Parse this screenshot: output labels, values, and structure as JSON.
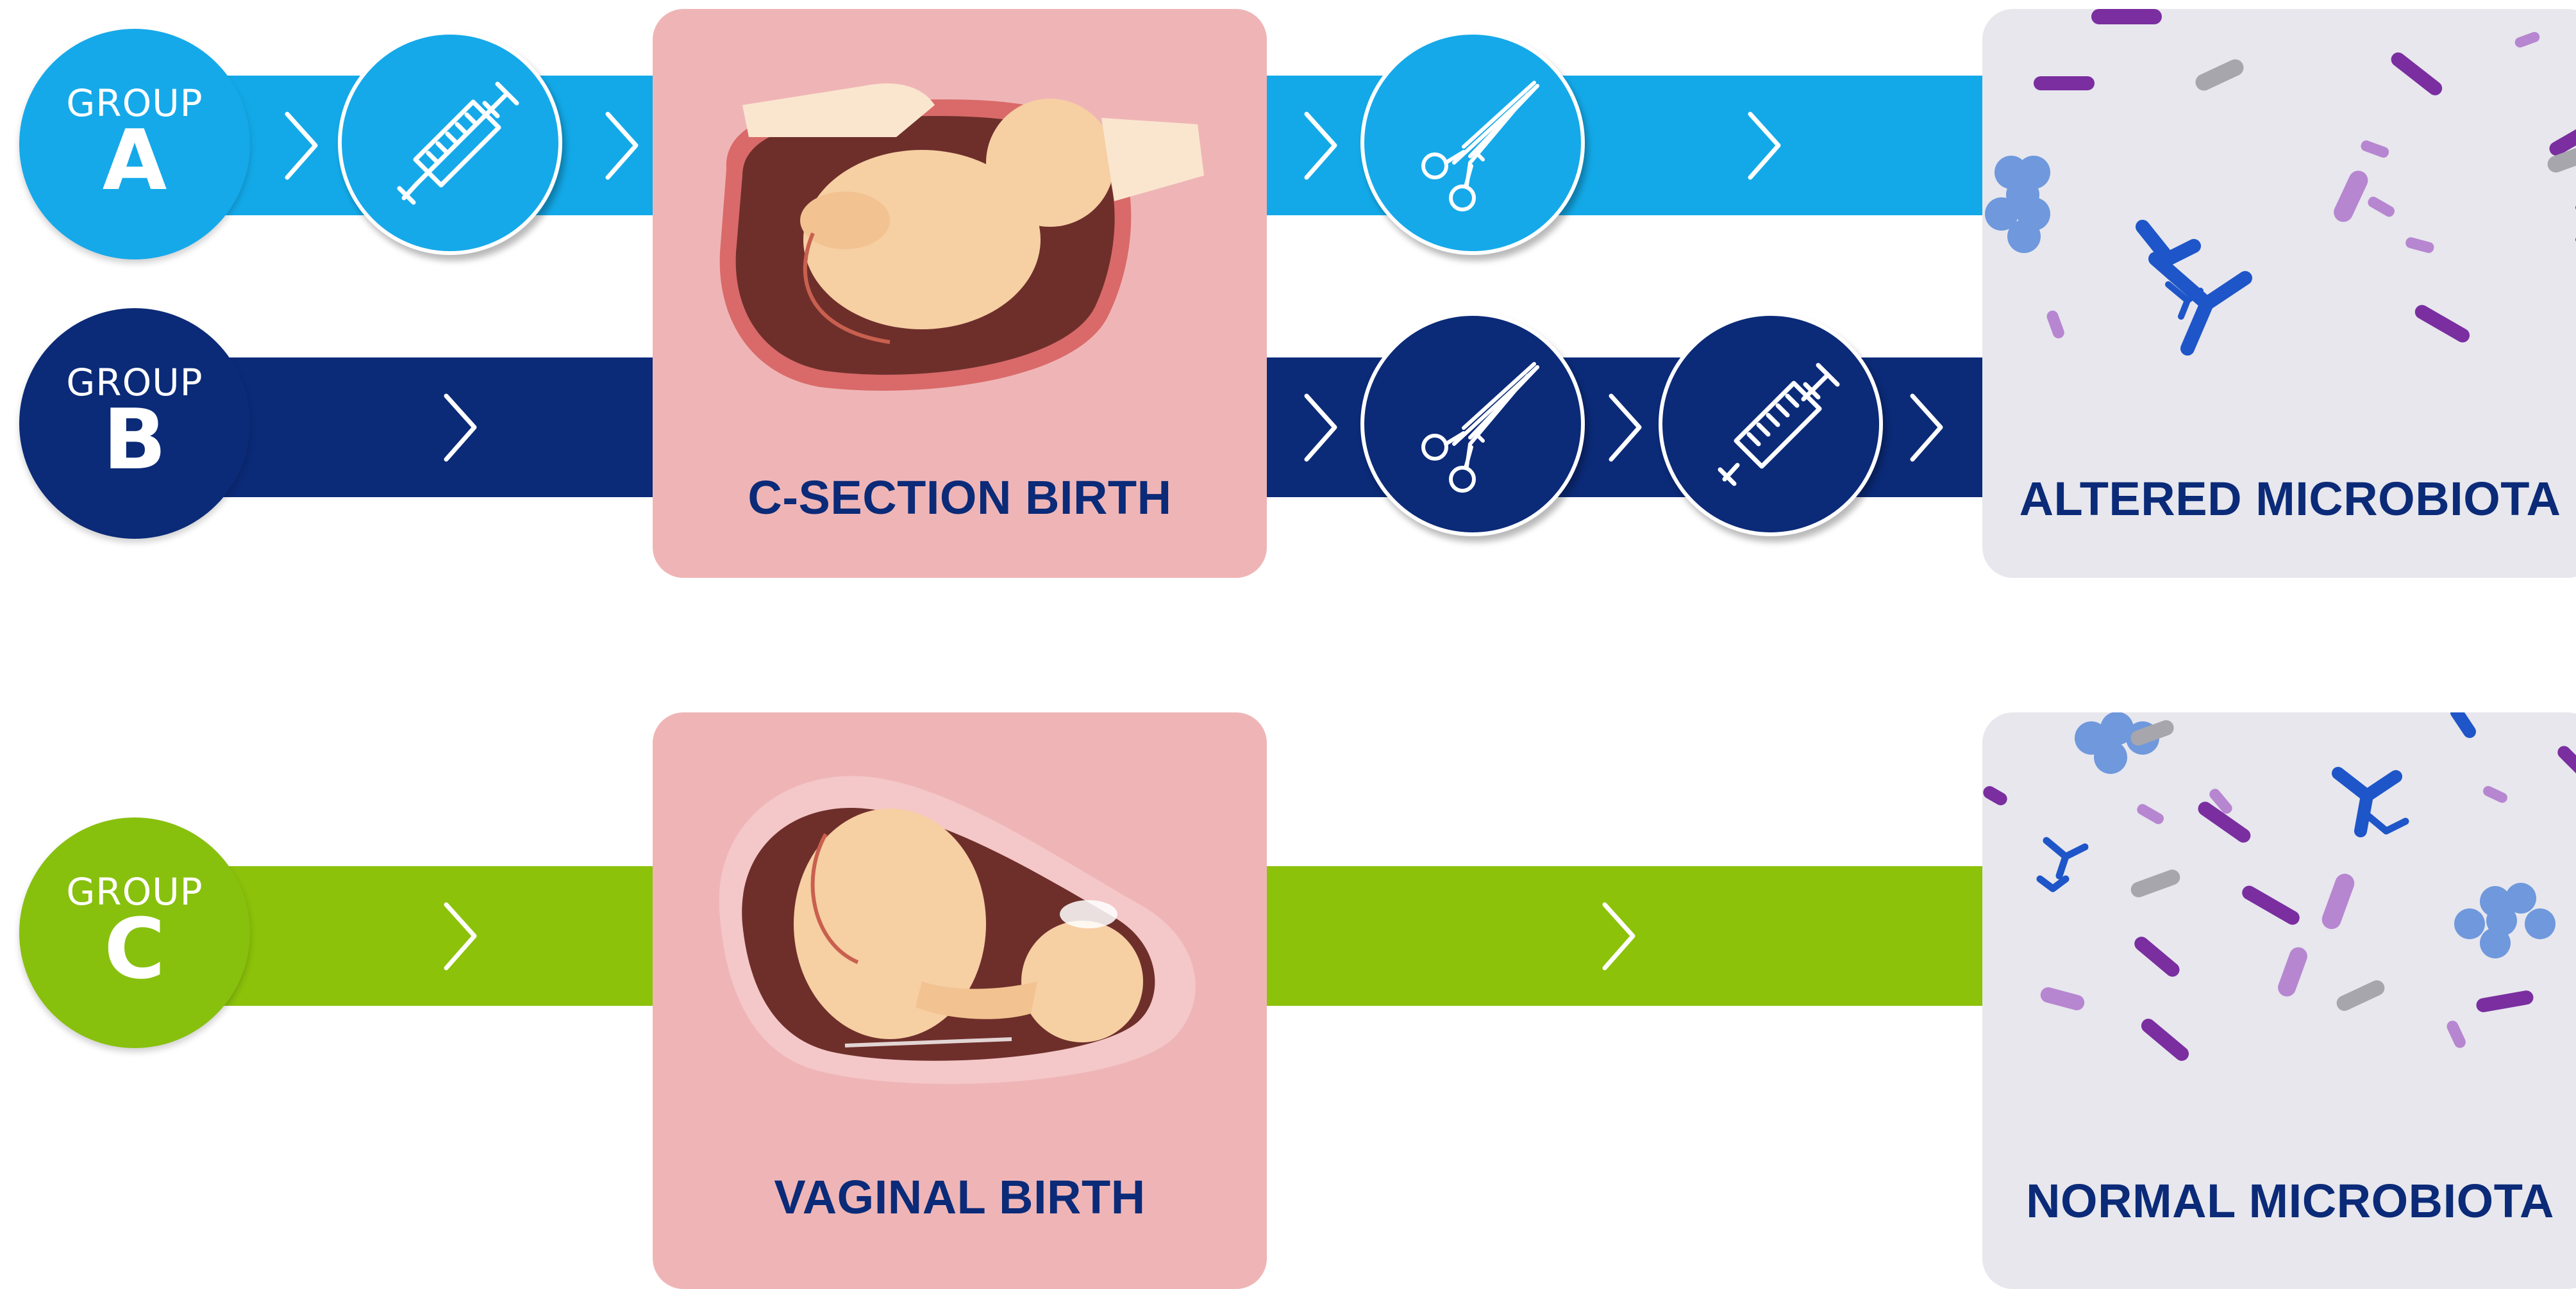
{
  "groups": [
    {
      "word": "GROUP",
      "letter": "A",
      "color": "#13a9e8"
    },
    {
      "word": "GROUP",
      "letter": "B",
      "color": "#0b2a78"
    },
    {
      "word": "GROUP",
      "letter": "C",
      "color": "#8cc20a"
    }
  ],
  "cards": {
    "csection": {
      "label": "C-SECTION BIRTH"
    },
    "vaginal": {
      "label": "VAGINAL BIRTH"
    },
    "altered": {
      "label": "ALTERED MICROBIOTA"
    },
    "normal": {
      "label": "NORMAL MICROBIOTA"
    }
  },
  "icons": {
    "syringe": "syringe-icon",
    "forceps": "forceps-icon",
    "chevron": "chevron-right-icon"
  },
  "colors": {
    "birth_card": "#efb5b6",
    "microbiota_card": "#e7e7ed",
    "label_text": "#0b2a78"
  }
}
